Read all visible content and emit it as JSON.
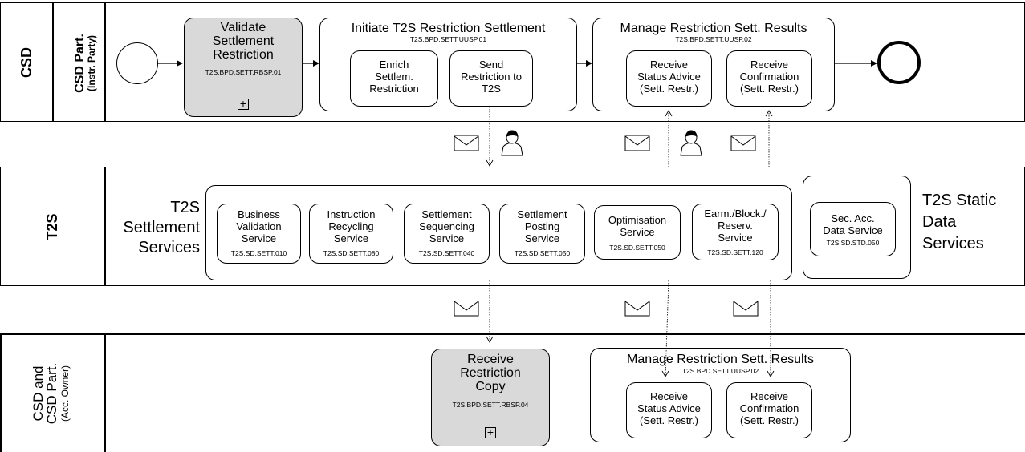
{
  "lanes": {
    "csd": {
      "pool": "CSD",
      "sub_line1": "CSD Part.",
      "sub_line2": "(Instr. Party)"
    },
    "t2s": {
      "pool": "T2S"
    },
    "owner": {
      "line1": "CSD and",
      "line2": "CSD Part.",
      "line3": "(Acc. Owner)"
    }
  },
  "top": {
    "validate": {
      "l1": "Validate",
      "l2": "Settlement",
      "l3": "Restriction",
      "code": "T2S.BPD.SETT.RBSP.01"
    },
    "initiate": {
      "title": "Initiate T2S Restriction Settlement",
      "code": "T2S.BPD.SETT.UUSP.01",
      "enrich": {
        "l1": "Enrich",
        "l2": "Settlem.",
        "l3": "Restriction"
      },
      "send": {
        "l1": "Send",
        "l2": "Restriction to",
        "l3": "T2S"
      }
    },
    "manage": {
      "title": "Manage Restriction Sett. Results",
      "code": "T2S.BPD.SETT.UUSP.02",
      "status": {
        "l1": "Receive",
        "l2": "Status Advice",
        "l3": "(Sett. Restr.)"
      },
      "confirm": {
        "l1": "Receive",
        "l2": "Confirmation",
        "l3": "(Sett. Restr.)"
      }
    }
  },
  "mid": {
    "settlement_label": {
      "l1": "T2S",
      "l2": "Settlement",
      "l3": "Services"
    },
    "static_label": {
      "l1": "T2S Static",
      "l2": "Data",
      "l3": "Services"
    },
    "services": [
      {
        "l1": "Business",
        "l2": "Validation",
        "l3": "Service",
        "code": "T2S.SD.SETT.010"
      },
      {
        "l1": "Instruction",
        "l2": "Recycling",
        "l3": "Service",
        "code": "T2S.SD.SETT.080"
      },
      {
        "l1": "Settlement",
        "l2": "Sequencing",
        "l3": "Service",
        "code": "T2S.SD.SETT.040"
      },
      {
        "l1": "Settlement",
        "l2": "Posting",
        "l3": "Service",
        "code": "T2S.SD.SETT.050"
      },
      {
        "l1": "Optimisation",
        "l2": "Service",
        "code": "T2S.SD.SETT.050"
      },
      {
        "l1": "Earm./Block./",
        "l2": "Reserv.",
        "l3": "Service",
        "code": "T2S.SD.SETT.120"
      }
    ],
    "static_service": {
      "l1": "Sec. Acc.",
      "l2": "Data Service",
      "code": "T2S.SD.STD.050"
    }
  },
  "bottom": {
    "receive_copy": {
      "l1": "Receive",
      "l2": "Restriction",
      "l3": "Copy",
      "code": "T2S.BPD.SETT.RBSP.04"
    },
    "manage": {
      "title": "Manage Restriction Sett. Results",
      "code": "T2S.BPD.SETT.UUSP.02",
      "status": {
        "l1": "Receive",
        "l2": "Status Advice",
        "l3": "(Sett. Restr.)"
      },
      "confirm": {
        "l1": "Receive",
        "l2": "Confirmation",
        "l3": "(Sett. Restr.)"
      }
    }
  },
  "colors": {
    "task_grey": "#d9d9d9",
    "line": "#000000"
  },
  "icons": [
    "envelope-icon",
    "person-icon",
    "plus-marker-icon",
    "start-event-icon",
    "end-event-icon"
  ]
}
